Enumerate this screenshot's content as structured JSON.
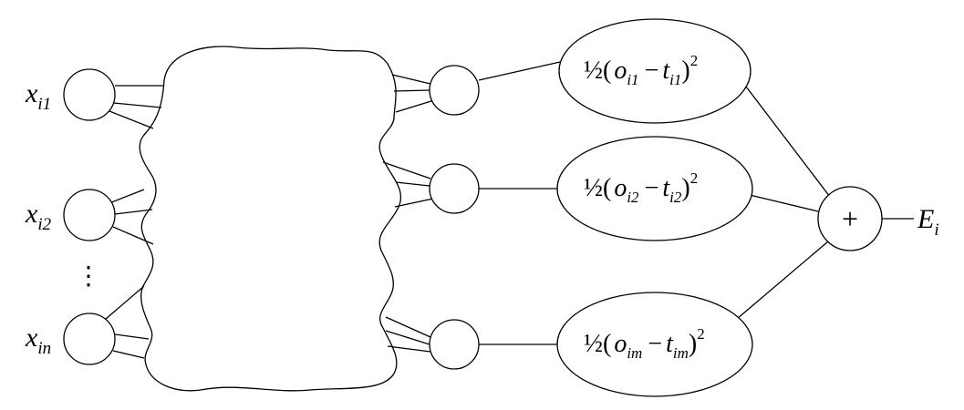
{
  "inputs": [
    {
      "var": "x",
      "sub": "i1"
    },
    {
      "var": "x",
      "sub": "i2"
    },
    {
      "var": "x",
      "sub": "in"
    }
  ],
  "ellipsis": "⋮",
  "errors": [
    {
      "half": "½",
      "open": "(",
      "o": "o",
      "osub": "i1",
      "minus": "−",
      "t": "t",
      "tsub": "i1",
      "close": ")",
      "sup": "2"
    },
    {
      "half": "½",
      "open": "(",
      "o": "o",
      "osub": "i2",
      "minus": "−",
      "t": "t",
      "tsub": "i2",
      "close": ")",
      "sup": "2"
    },
    {
      "half": "½",
      "open": "(",
      "o": "o",
      "osub": "im",
      "minus": "−",
      "t": "t",
      "tsub": "im",
      "close": ")",
      "sup": "2"
    }
  ],
  "sum": "+",
  "output": {
    "var": "E",
    "sub": "i"
  }
}
